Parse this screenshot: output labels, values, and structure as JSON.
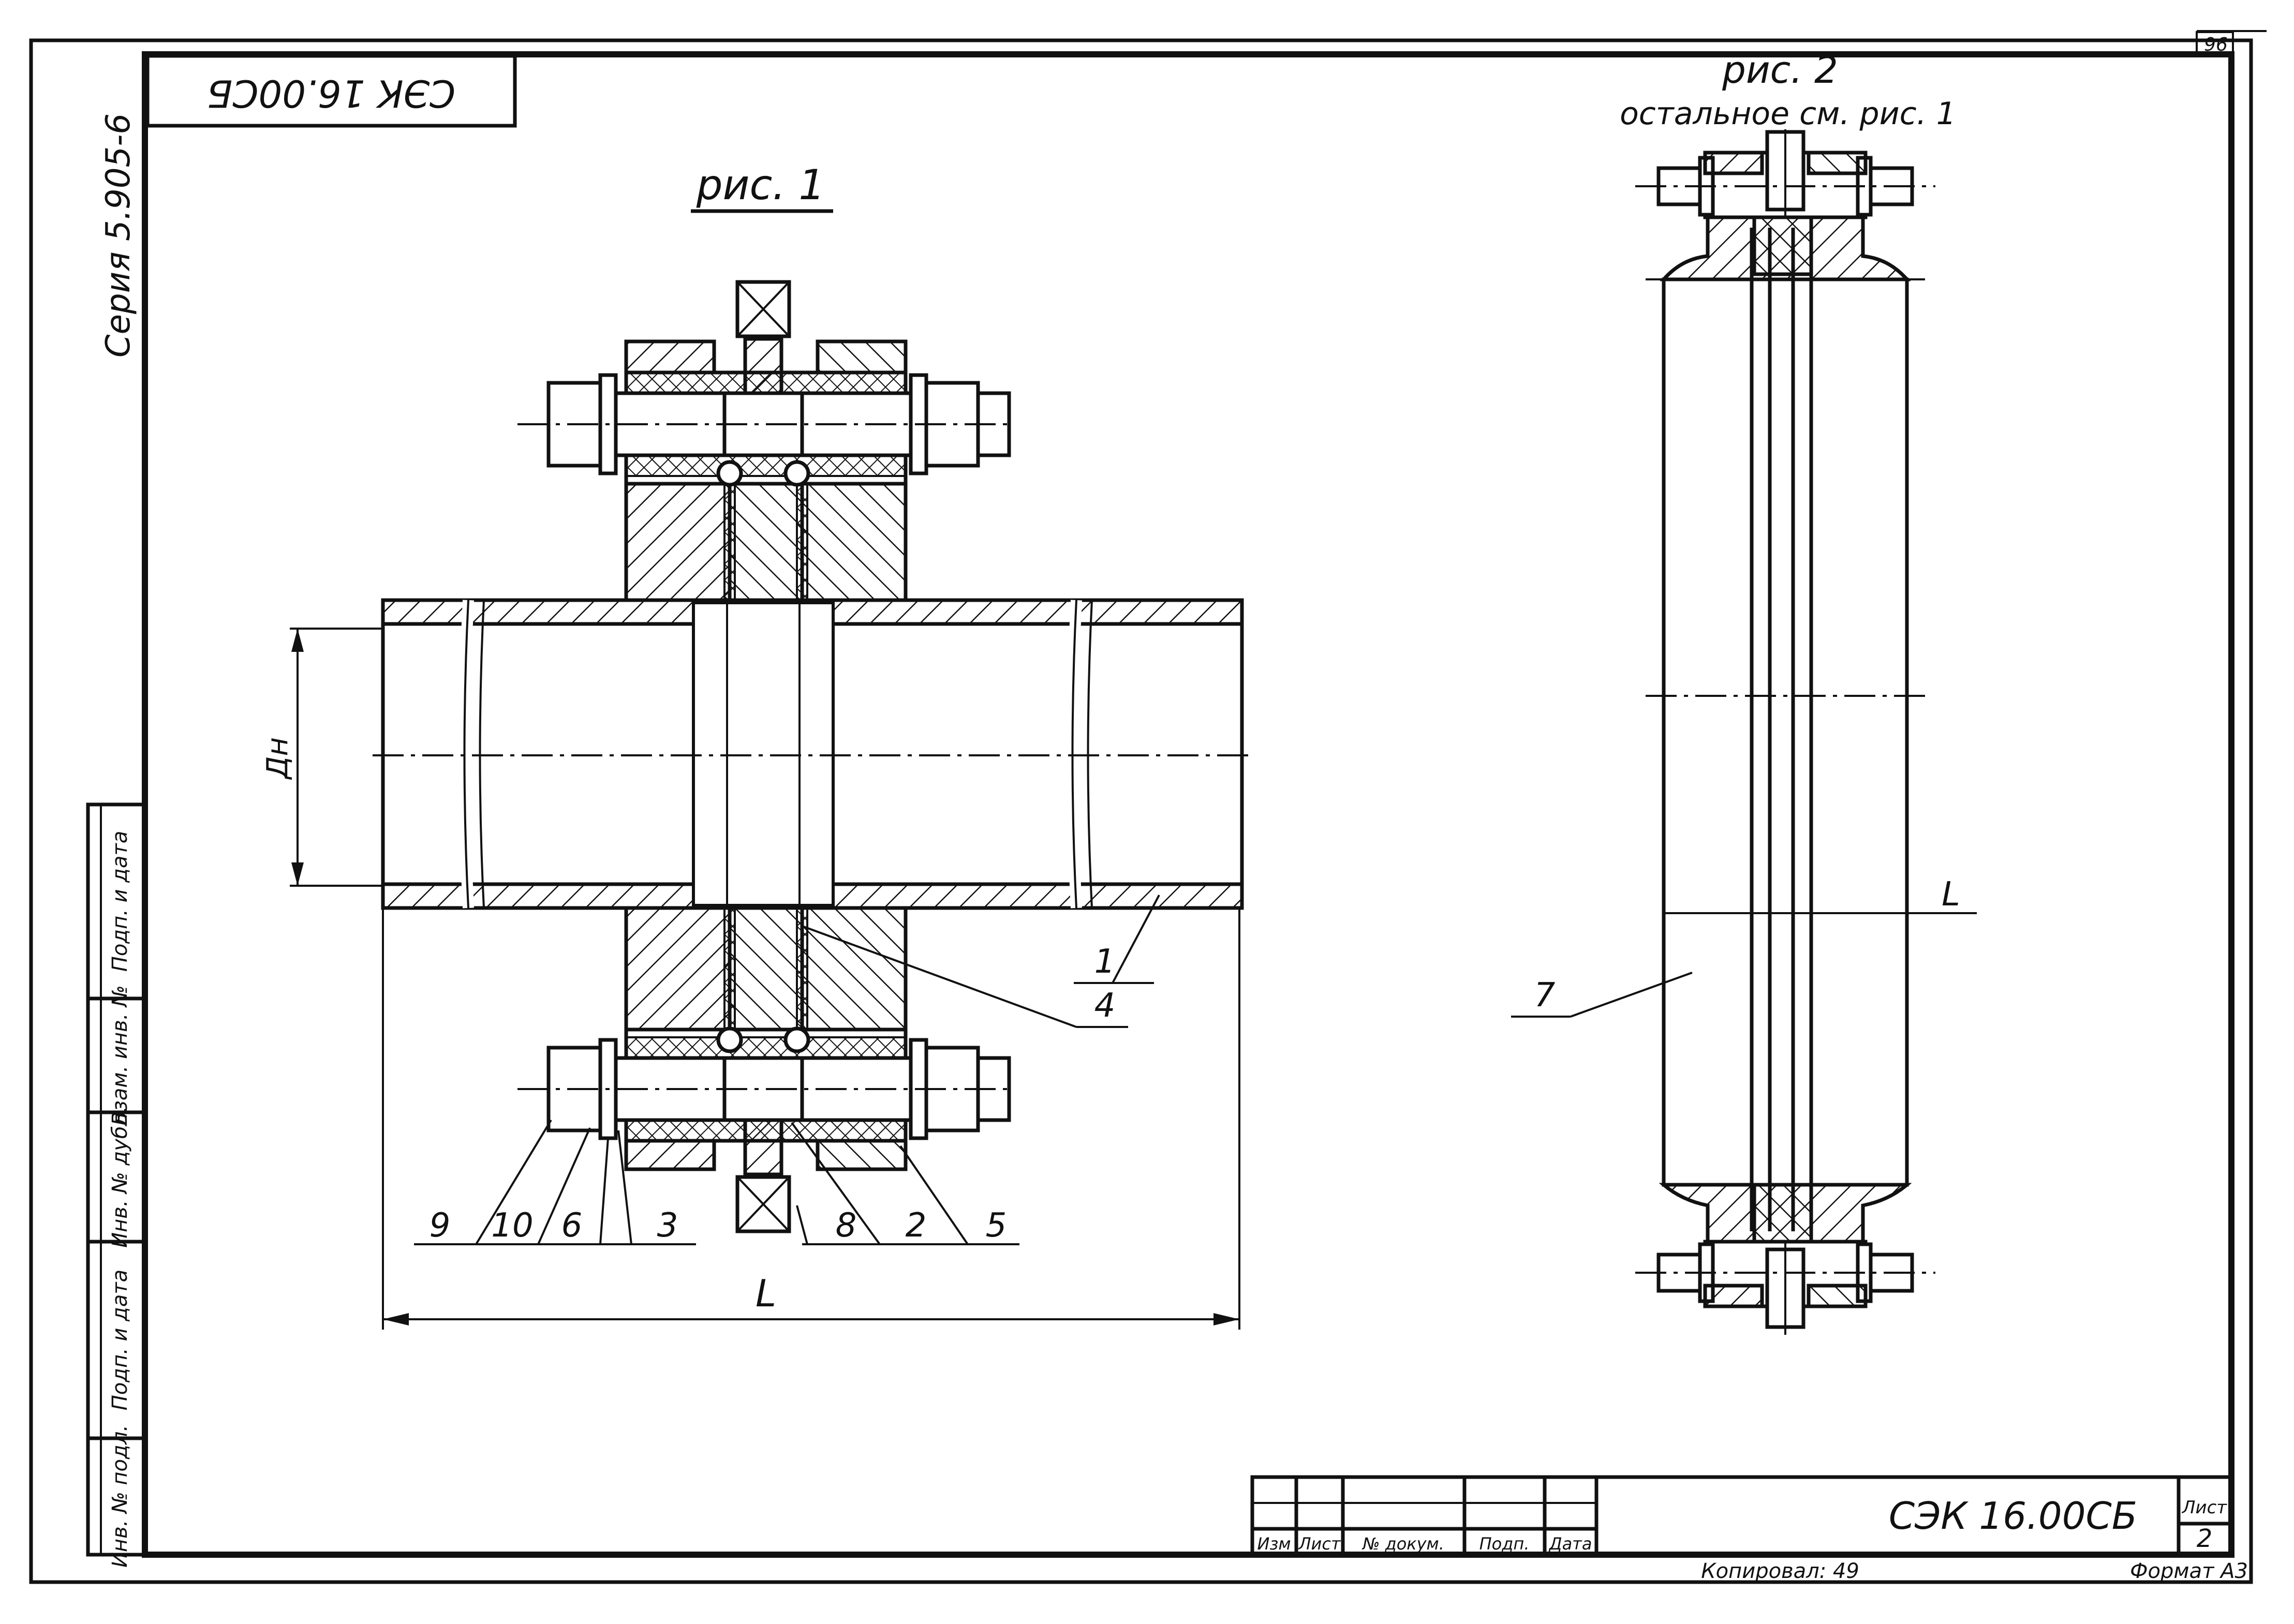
{
  "stamp": {
    "code_mirrored": "СЭК 16.00СБ",
    "series": "Серия 5.905-6",
    "page_number": "96"
  },
  "figure1": {
    "title": "рис. 1",
    "dim_dn": "Дн",
    "dim_L": "L",
    "callouts": [
      "1",
      "4",
      "9",
      "10",
      "6",
      "3",
      "8",
      "2",
      "5"
    ]
  },
  "figure2": {
    "title": "рис. 2",
    "subtitle": "остальное см. рис. 1",
    "dim_L": "L",
    "callout": "7"
  },
  "side_stamp": {
    "labels": [
      "Подп. и дата",
      "Взам. инв. №",
      "Инв. № дубл.",
      "Подп. и дата",
      "Инв. № подл."
    ]
  },
  "title_block": {
    "headers": [
      "Изм",
      "Лист",
      "№ докум.",
      "Подп.",
      "Дата"
    ],
    "designation": "СЭК 16.00СБ",
    "sheet_label": "Лист",
    "sheet_number": "2",
    "copied": "Копировал: 49",
    "format": "Формат А3"
  }
}
